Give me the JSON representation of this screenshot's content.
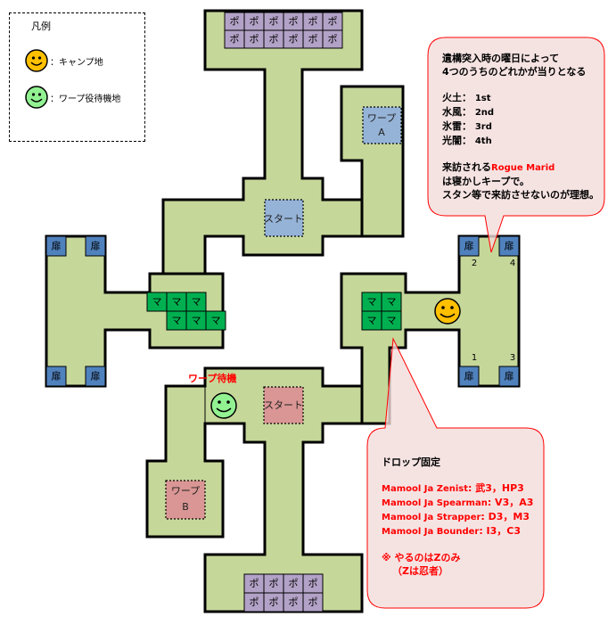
{
  "legend": {
    "title": "凡例",
    "items": [
      {
        "icon": "camp-smiley-icon",
        "color": "#ffc000",
        "label": "：キャンプ地"
      },
      {
        "icon": "warp-wait-smiley-icon",
        "color": "#92f292",
        "label": "：ワープ役待機地"
      }
    ]
  },
  "colors": {
    "floor": "#c6d79a",
    "po_cell": "#b3a2c7",
    "ma_cell": "#00b050",
    "door_cell": "#4f81bd",
    "start_blue": "#95b3d7",
    "start_red": "#d99694",
    "callout_fill": "#f2dcdb",
    "callout_border": "#ff0000",
    "accent_red": "#ff0000"
  },
  "map": {
    "po_label": "ポ",
    "ma_label": "マ",
    "door_label": "扉",
    "top_po_rows": 2,
    "top_po_cols": 6,
    "bottom_po_rows": 2,
    "bottom_po_cols": 4,
    "west_ma_count": 6,
    "east_ma_count": 4,
    "start_top": "スタート",
    "start_bottom": "スタート",
    "warp_a_line1": "ワープ",
    "warp_a_line2": "A",
    "warp_b_line1": "ワープ",
    "warp_b_line2": "B",
    "warp_wait_label": "ワープ待機",
    "east_door_numbers": [
      "2",
      "4",
      "1",
      "3"
    ]
  },
  "callout_top": {
    "line1": "遺構突入時の曜日によって",
    "line2": "4つのうちのどれかが当りとなる",
    "days": [
      {
        "elements": "火土",
        "sep": "：",
        "slot": "1st"
      },
      {
        "elements": "水風",
        "sep": "：",
        "slot": "2nd"
      },
      {
        "elements": "氷雷",
        "sep": "：",
        "slot": "3rd"
      },
      {
        "elements": "光闇",
        "sep": "：",
        "slot": "4th"
      }
    ],
    "visit_prefix": "来訪される",
    "visit_mob": "Rogue Marid",
    "visit_line2": "は寝かしキープで。",
    "visit_line3": "スタン等で来訪させないのが理想。"
  },
  "callout_bottom": {
    "title": "ドロップ固定",
    "drops": [
      {
        "mob": "Mamool Ja Zenist",
        "drop": ": 武3，HP3"
      },
      {
        "mob": "Mamool Ja Spearman",
        "drop": ": V3，A3"
      },
      {
        "mob": "Mamool Ja Strapper",
        "drop": ": D3，M3"
      },
      {
        "mob": "Mamool Ja Bounder",
        "drop": ": I3，C3"
      }
    ],
    "note_line1": "※ やるのはZのみ",
    "note_line2": "（Zは忍者）"
  }
}
